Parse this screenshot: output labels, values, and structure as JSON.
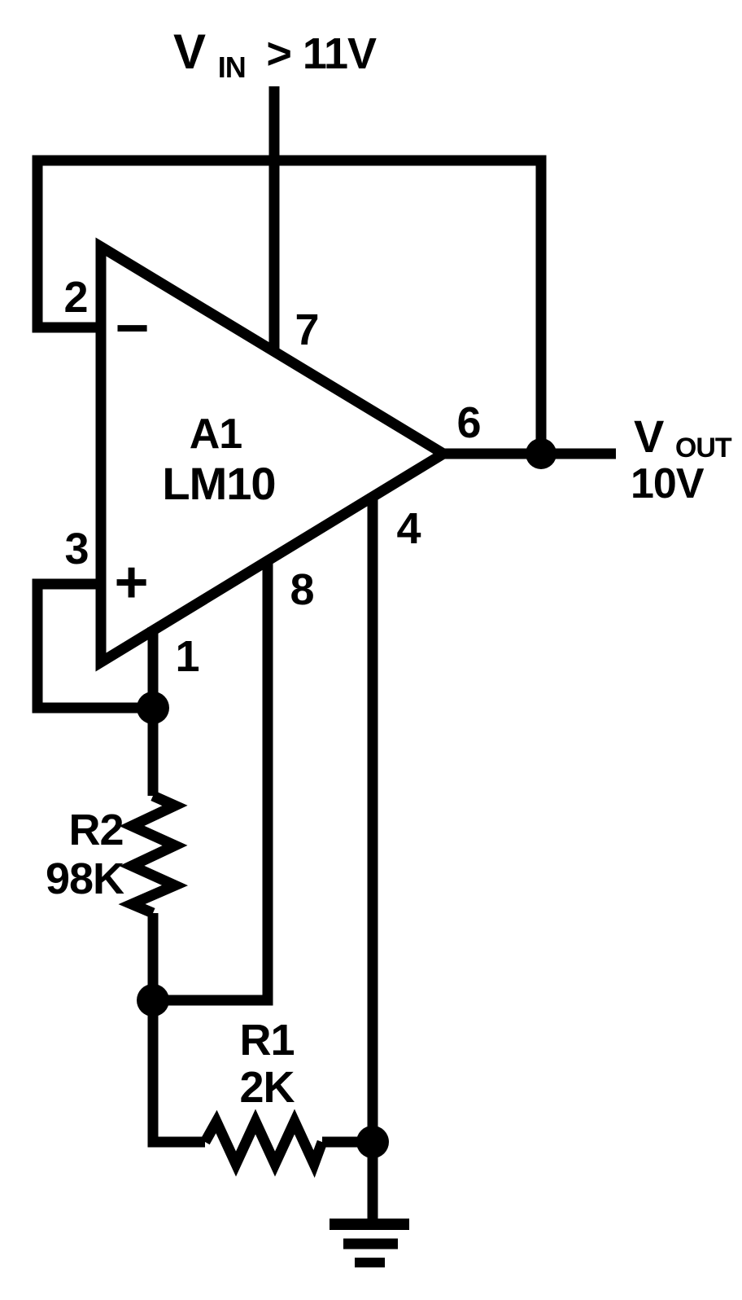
{
  "schematic": {
    "description": "LM10 op-amp voltage regulator circuit",
    "input_label": {
      "symbol": "V",
      "subscript": "IN",
      "condition": "> 11V"
    },
    "output_label": {
      "symbol": "V",
      "subscript": "OUT",
      "value": "10V"
    },
    "opamp": {
      "designator": "A1",
      "part_number": "LM10",
      "inverting_sign": "−",
      "noninverting_sign": "+"
    },
    "pin_labels": {
      "p1": "1",
      "p2": "2",
      "p3": "3",
      "p4": "4",
      "p6": "6",
      "p7": "7",
      "p8": "8"
    },
    "resistors": {
      "r2": {
        "designator": "R2",
        "value": "98K"
      },
      "r1": {
        "designator": "R1",
        "value": "2K"
      }
    },
    "colors": {
      "ink": "#000000",
      "paper": "#ffffff"
    }
  }
}
